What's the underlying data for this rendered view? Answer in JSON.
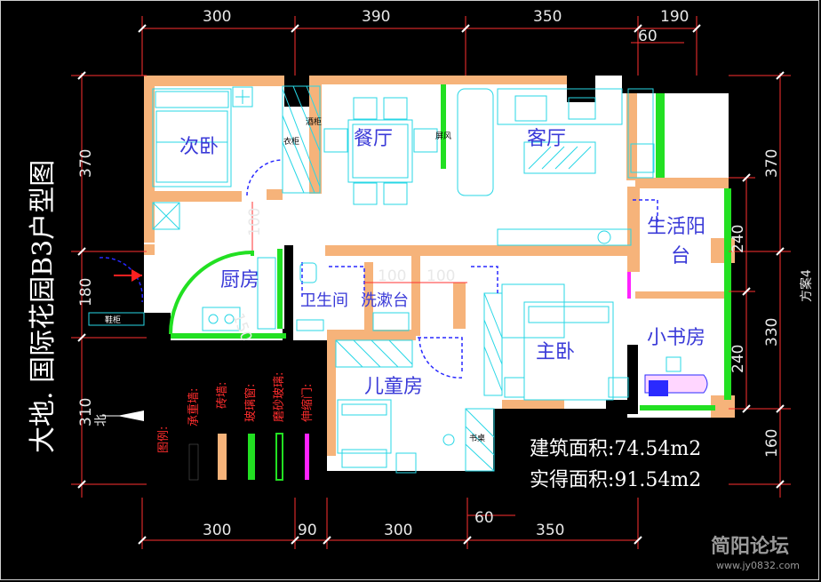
{
  "title": "大地. 国际花园B3户型图",
  "scheme": "方案4",
  "area": {
    "built": "建筑面积:74.54m2",
    "actual": "实得面积:91.54m2"
  },
  "dims": {
    "top": [
      "300",
      "390",
      "350",
      "190"
    ],
    "top_sub": "60",
    "bottom": [
      "300",
      "90",
      "300",
      "350"
    ],
    "bottom_sub": "60",
    "left": [
      "370",
      "180",
      "310"
    ],
    "right_outer": [
      "370",
      "330",
      "160"
    ],
    "right_inner": [
      "240",
      "240"
    ],
    "inner": [
      "100",
      "100",
      "100",
      "150"
    ]
  },
  "rooms": {
    "bedroom2": "次卧",
    "dining": "餐厅",
    "living": "客厅",
    "balcony_l1": "生活阳",
    "balcony_l2": "台",
    "kitchen": "厨房",
    "bathroom": "卫生间",
    "washbasin": "洗漱台",
    "master": "主卧",
    "study": "小书房",
    "kids": "儿童房"
  },
  "labels": {
    "wardrobe": "衣柜",
    "wine_cabinet": "酒柜",
    "screen": "屏风",
    "shoe_cabinet": "鞋柜",
    "bookcase": "书桌"
  },
  "legend": {
    "title": "图例:",
    "items": [
      "承重墙:",
      "砖墙:",
      "玻璃窗:",
      "磨砂玻璃:",
      "伸缩门:"
    ],
    "colors": [
      "#000000",
      "#f6b37a",
      "#22e022",
      "#22e022",
      "#ff22ff"
    ]
  },
  "north": "北",
  "watermark": {
    "name": "简阳论坛",
    "url": "www.jy0832.com"
  },
  "colors": {
    "bearing_wall": "#000000",
    "brick_wall": "#f6b37a",
    "window": "#22e022",
    "folding_door": "#ff22ff",
    "dimension": "#ff3030",
    "furniture": "#27d7e6",
    "room_label": "#3a3ad8"
  }
}
